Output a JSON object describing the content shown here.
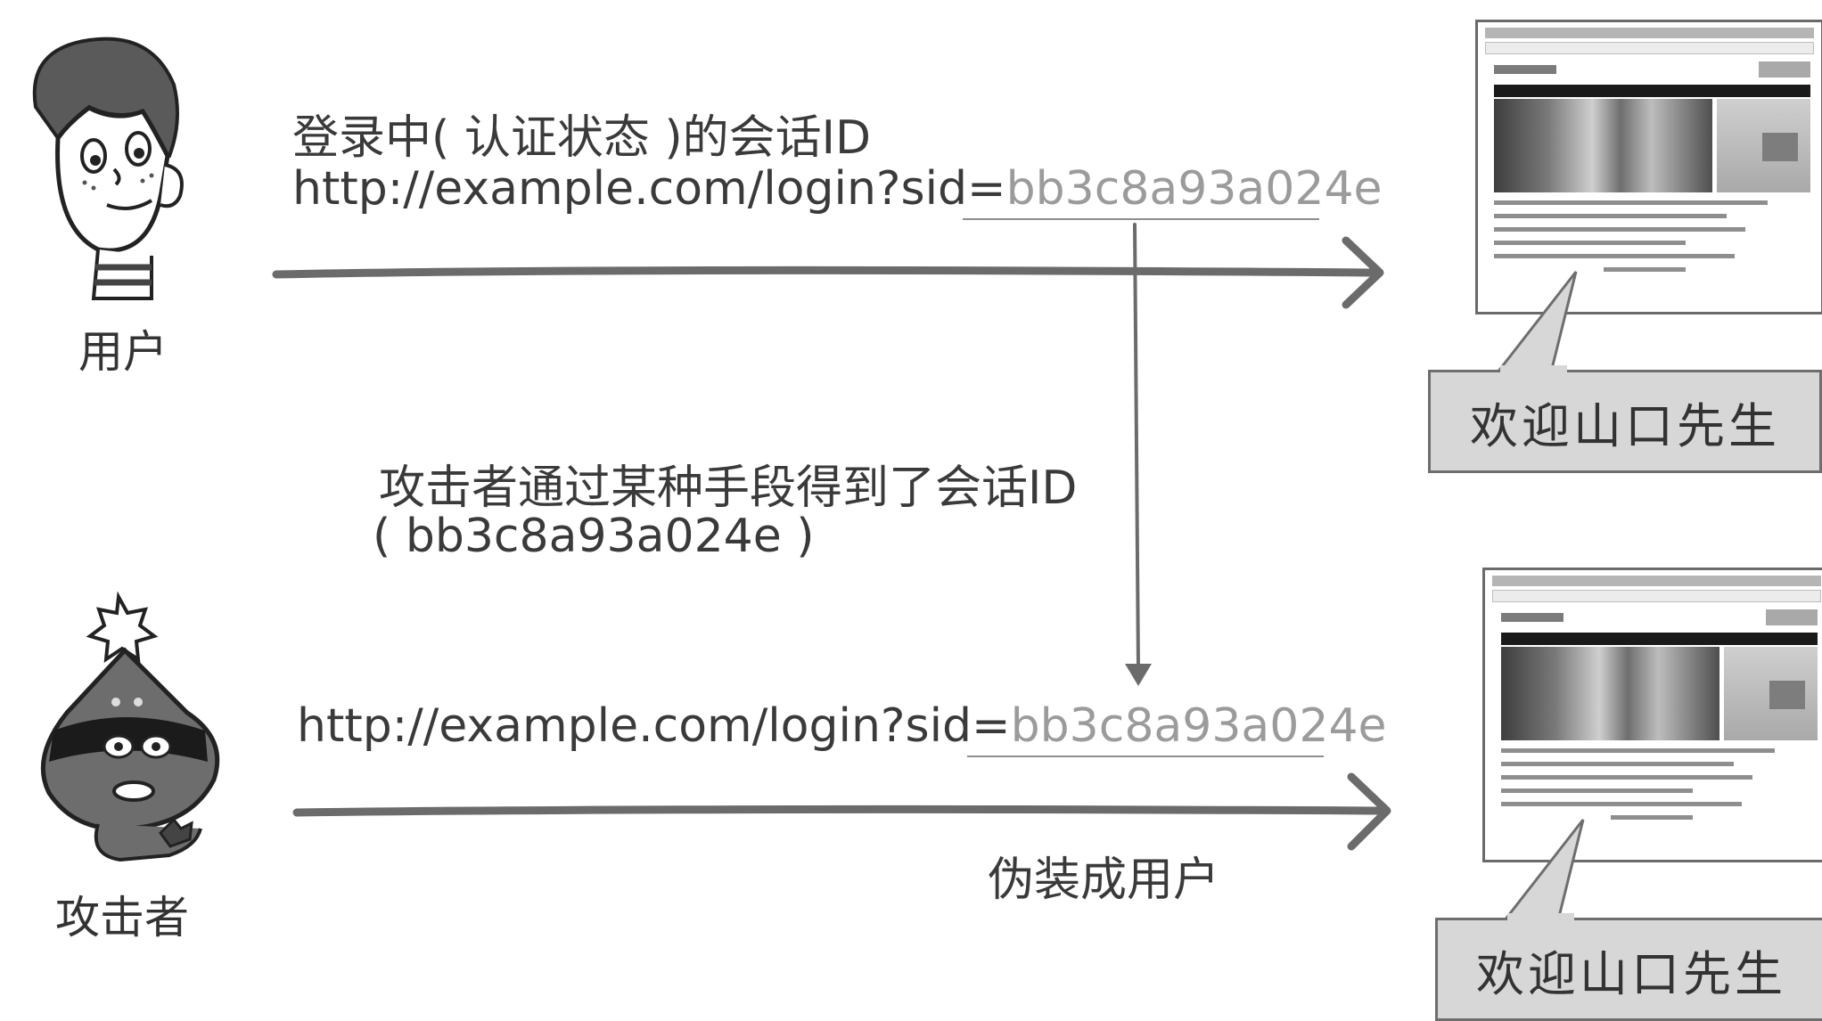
{
  "user": {
    "label": "用户",
    "request_caption": "登录中( 认证状态 )的会话ID",
    "request_url_prefix": "http://example.com/login?sid=",
    "request_sid": "bb3c8a93a024e",
    "welcome": "欢迎山口先生"
  },
  "attacker": {
    "label": "攻击者",
    "steal_caption_line1": "攻击者通过某种手段得到了会话ID",
    "steal_caption_line2": "( bb3c8a93a024e )",
    "request_url_prefix": "http://example.com/login?sid=",
    "request_sid": "bb3c8a93a024e",
    "impersonate_caption": "伪装成用户",
    "welcome": "欢迎山口先生"
  },
  "colors": {
    "arrow": "#6b6b6b",
    "sid_text": "#9b9b9b",
    "bubble_fill": "#d7d7d7"
  }
}
